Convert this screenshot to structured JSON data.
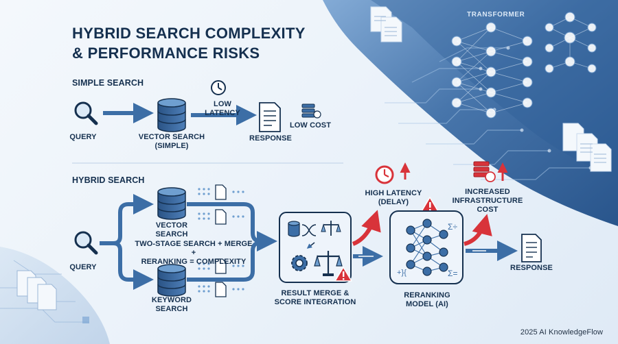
{
  "title": {
    "line1": "HYBRID SEARCH COMPLEXITY",
    "line2": "& PERFORMANCE RISKS"
  },
  "simple": {
    "heading": "SIMPLE SEARCH",
    "query": "QUERY",
    "vector_search_line1": "VECTOR SEARCH",
    "vector_search_line2": "(SIMPLE)",
    "low_latency": "LOW LATENCY",
    "response": "RESPONSE",
    "low_cost": "LOW COST"
  },
  "hybrid": {
    "heading": "HYBRID SEARCH",
    "query": "QUERY",
    "vector_line1": "VECTOR",
    "vector_line2": "SEARCH",
    "keyword_line1": "KEYWORD",
    "keyword_line2": "SEARCH",
    "complexity_line1": "TWO-STAGE SEARCH + MERGE +",
    "complexity_line2": "RERANKING = COMPLEXITY",
    "merge_line1": "RESULT MERGE &",
    "merge_line2": "SCORE INTEGRATION",
    "high_latency_line1": "HIGH LATENCY",
    "high_latency_line2": "(DELAY)",
    "cost_line1": "INCREASED",
    "cost_line2": "INFRASTRUCTURE",
    "cost_line3": "COST",
    "rerank_line1": "RERANKING",
    "rerank_line2": "MODEL (AI)",
    "response": "RESPONSE"
  },
  "transformer_label": "TRANSFORMER",
  "footer": "2025 AI KnowledgeFlow",
  "icons": {
    "query": "magnifier-icon",
    "database": "database-icon",
    "document": "document-icon",
    "clock": "clock-icon",
    "cost": "server-coin-icon",
    "warning": "warning-icon",
    "merge": "scale-gear-icon",
    "rerank": "neural-network-icon"
  },
  "colors": {
    "navy": "#15304f",
    "blue": "#3c6ea6",
    "light_blue": "#6f9fd0",
    "red": "#d8333a",
    "background": "#eef4fa"
  }
}
